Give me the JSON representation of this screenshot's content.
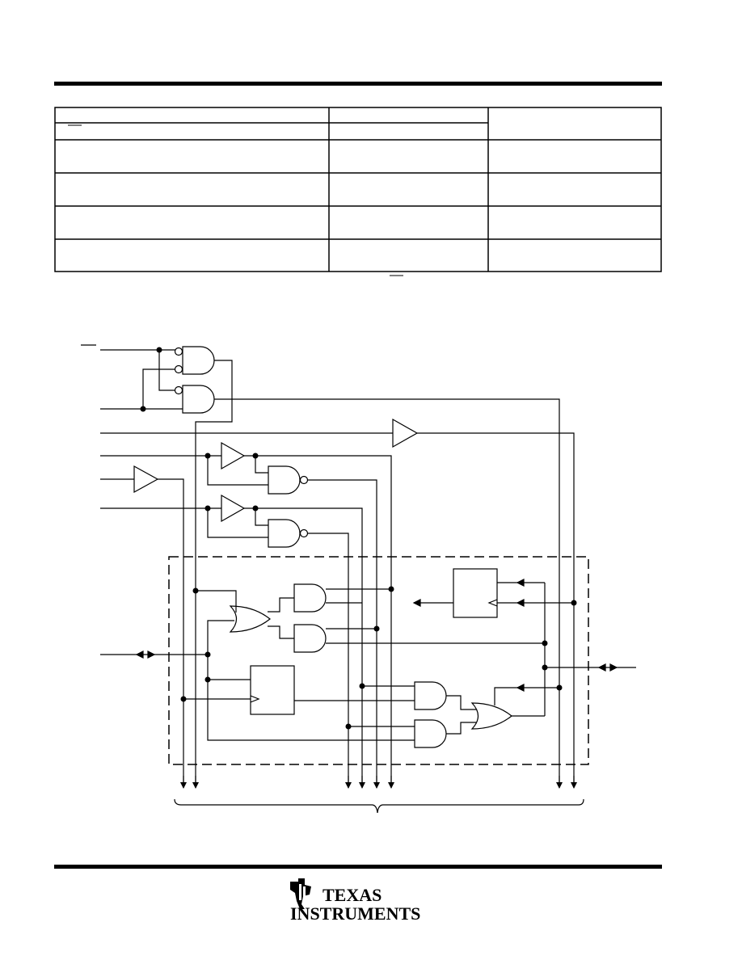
{
  "header": {
    "rule": "solid"
  },
  "mode_table": {
    "columns": [
      "",
      "",
      ""
    ],
    "rows": [
      [
        "",
        "",
        ""
      ],
      [
        "",
        "",
        ""
      ],
      [
        "",
        "",
        ""
      ],
      [
        "",
        "",
        ""
      ]
    ]
  },
  "schematic": {
    "input_pins": [
      "",
      "",
      "",
      "",
      "",
      ""
    ],
    "io_pins": [
      "",
      ""
    ],
    "output_bus_label": ""
  },
  "footer": {
    "company_logo": "ti-logo-icon",
    "company_line1": "TEXAS",
    "company_line2": "INSTRUMENTS"
  }
}
